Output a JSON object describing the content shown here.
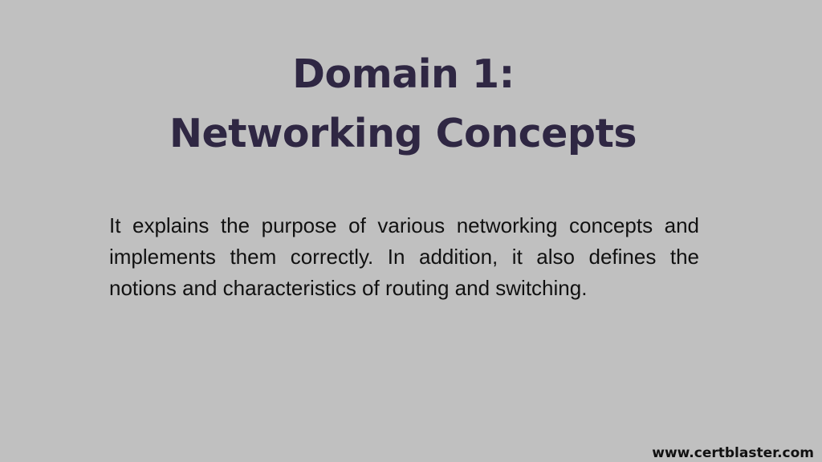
{
  "slide": {
    "title_line_1": "Domain 1:",
    "title_line_2": "Networking Concepts",
    "body": "It explains the purpose of various networking concepts and implements them correctly. In addition, it also defines the notions and characteristics of routing and switching.",
    "footer_url": "www.certblaster.com"
  },
  "colors": {
    "background": "#c0c0c0",
    "title": "#2f2743",
    "body_text": "#111111"
  }
}
